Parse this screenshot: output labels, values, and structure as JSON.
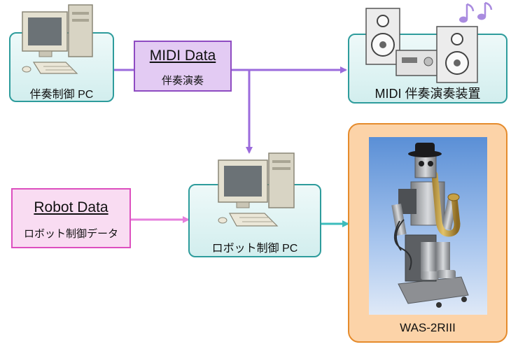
{
  "nodes": {
    "accompaniment_pc": {
      "label": "伴奏制御 PC"
    },
    "midi_data": {
      "title": "MIDI Data",
      "subtitle": "伴奏演奏"
    },
    "midi_device": {
      "label": "MIDI 伴奏演奏装置"
    },
    "robot_data": {
      "title": "Robot Data",
      "subtitle": "ロボット制御データ"
    },
    "robot_pc": {
      "label": "ロボット制御 PC"
    },
    "robot": {
      "label": "WAS-2RIII"
    }
  },
  "colors": {
    "purple_arrow": "#9b6bdc",
    "pink_arrow": "#e67fdc",
    "teal_arrow": "#3cbcbc",
    "note_color": "#a98bdf"
  }
}
